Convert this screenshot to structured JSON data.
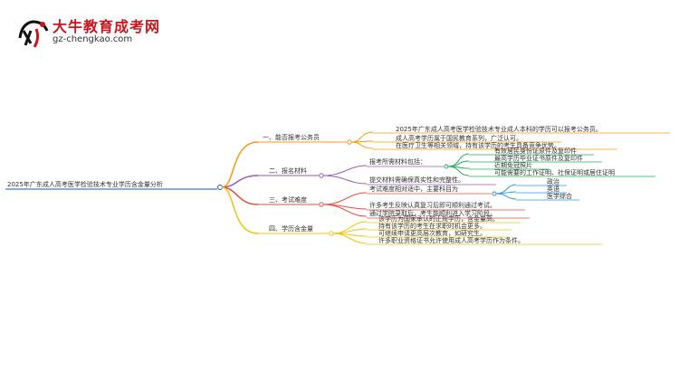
{
  "brand": {
    "title": "大牛教育成考网",
    "url": "gz-chengkao.com",
    "icon": "bull-logo-icon",
    "colors": {
      "brand": "#c8161d"
    }
  },
  "mindmap": {
    "root": "2025年广东成人高考医学检验技术专业学历含金量分析",
    "colors": {
      "branch1": "#f39c12",
      "branch2": "#9b59b6",
      "branch3": "#e74c3c",
      "branch4": "#f1c40f",
      "sub1": "#3498db",
      "sub2": "#27ae60"
    },
    "branches": [
      {
        "label": "一、能否报考公务员",
        "items": [
          "2025年广东成人高考医学检验技术专业成人本科的学历可以报考公务员。",
          "成人高考学历属于国民教育系列，广泛认可。",
          "在医疗卫生等相关领域，持有该学历的考生具备竞争优势。"
        ]
      },
      {
        "label": "二、报名材料",
        "sub_label": "报考所需材料包括：",
        "sub_items": [
          "有效居民身份证原件及复印件",
          "最高学历毕业证书原件及复印件",
          "近期免冠照片",
          "可能需要的工作证明、社保证明或居住证明"
        ],
        "items": [
          "提交材料需确保真实性和完整性。"
        ]
      },
      {
        "label": "三、考试难度",
        "sub_label": "考试难度相对适中，主要科目为",
        "sub_items": [
          "政治",
          "英语",
          "医学综合"
        ],
        "items": [
          "许多考生反映认真复习后即可顺利通过考试。",
          "通过学院录取后，考生能顺利进入学习阶段。"
        ]
      },
      {
        "label": "四、学历含金量",
        "items": [
          "该学历为国家承认的正规学历，含金量高。",
          "持有该学历的考生在求职时机会更多。",
          "可继续申请更高层次教育，如研究生。",
          "许多职业资格证书允许使用成人高考学历作为条件。"
        ]
      }
    ]
  }
}
